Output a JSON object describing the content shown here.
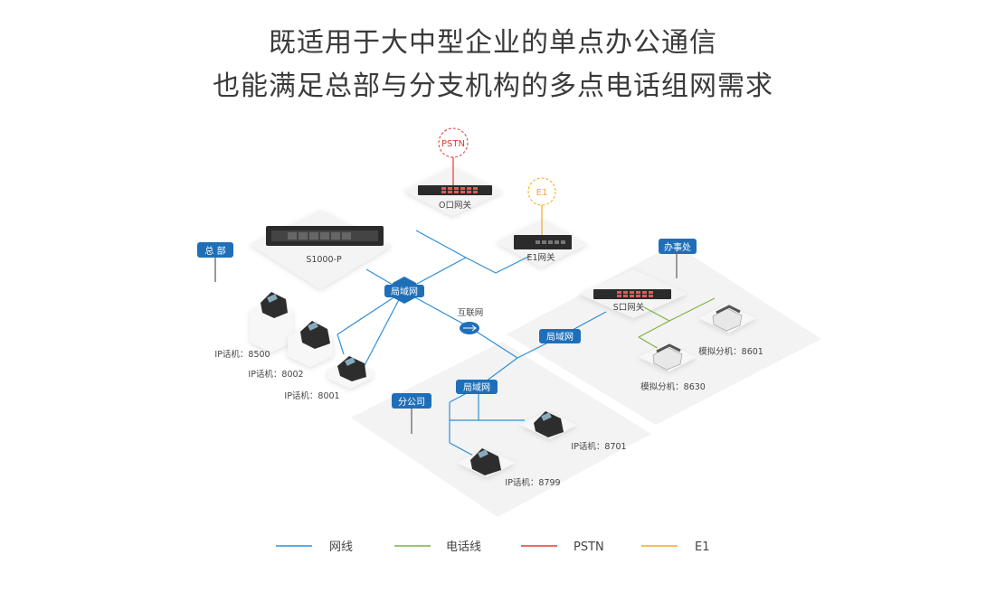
{
  "headline": {
    "line1": "既适用于大中型企业的单点办公通信",
    "line2": "也能满足总部与分支机构的多点电话组网需求"
  },
  "nodes": {
    "hq_tag": "总 部",
    "branch_tag": "分公司",
    "office_tag": "办事处",
    "pstn": "PSTN",
    "e1": "E1",
    "o_gateway": "O口网关",
    "e1_gateway": "E1网关",
    "s_gateway": "S口网关",
    "server": "S1000-P",
    "lan_hq": "局域网",
    "lan_office": "局域网",
    "lan_branch": "局域网",
    "internet": "互联网",
    "phone_8500": "IP话机：8500",
    "phone_8002": "IP话机：8002",
    "phone_8001": "IP话机：8001",
    "phone_8701": "IP话机：8701",
    "phone_8799": "IP话机：8799",
    "analog_8601": "模拟分机：8601",
    "analog_8630": "模拟分机：8630"
  },
  "legend": [
    {
      "label": "网线",
      "color": "#2f8fd8"
    },
    {
      "label": "电话线",
      "color": "#7cb342"
    },
    {
      "label": "PSTN",
      "color": "#e53935"
    },
    {
      "label": "E1",
      "color": "#f5a623"
    }
  ],
  "colors": {
    "network": "#2f8fd8",
    "phone": "#7cb342",
    "pstn": "#e53935",
    "e1": "#f5a623",
    "tag": "#1f6fb8",
    "platform": "#f3f3f3"
  }
}
